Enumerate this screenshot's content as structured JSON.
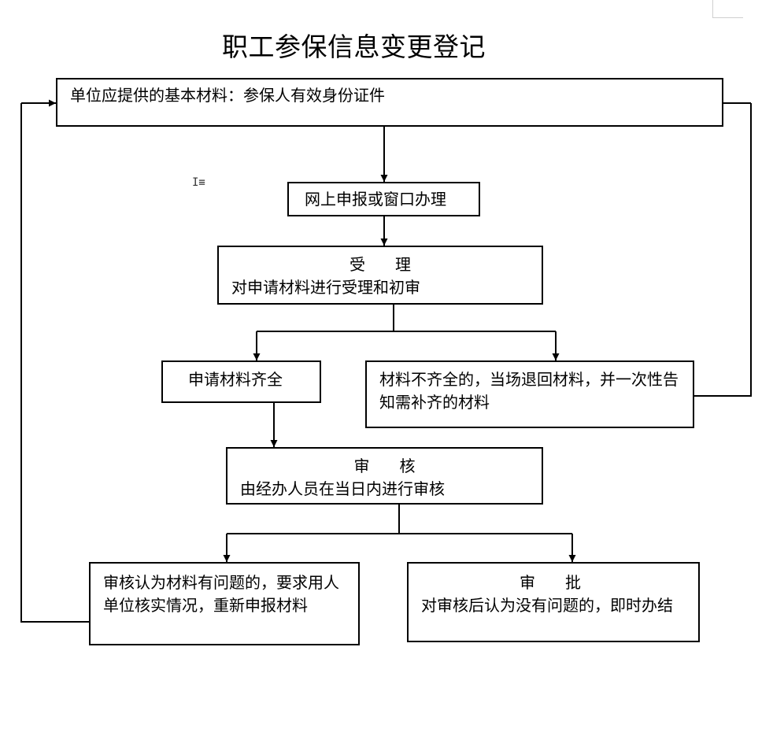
{
  "title": "职工参保信息变更登记",
  "nodes": {
    "materials": {
      "text": "单位应提供的基本材料：参保人有效身份证件"
    },
    "apply": {
      "text": "网上申报或窗口办理"
    },
    "accept": {
      "head": "受理",
      "body": "对申请材料进行受理和初审"
    },
    "complete": {
      "text": "申请材料齐全"
    },
    "incomplete": {
      "text": "材料不齐全的，当场退回材料，并一次性告知需补齐的材料"
    },
    "review": {
      "head": "审核",
      "body": "由经办人员在当日内进行审核"
    },
    "problem": {
      "text": "审核认为材料有问题的，要求用人单位核实情况，重新申报材料"
    },
    "approve": {
      "head": "审批",
      "body": "对审核后认为没有问题的，即时办结"
    }
  },
  "line_color": "#000000"
}
